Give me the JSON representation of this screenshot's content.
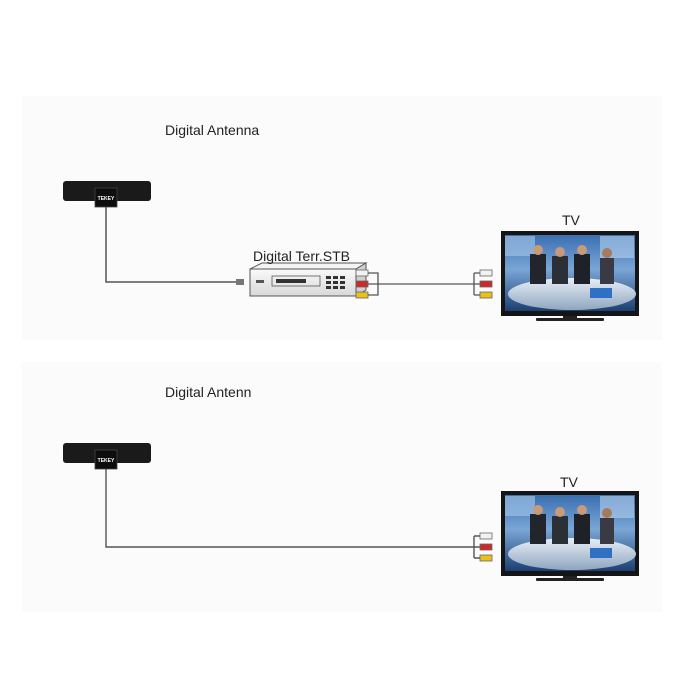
{
  "top_diagram": {
    "antenna_label": "Digital Antenna",
    "stb_label": "Digital Terr.STB",
    "tv_label": "TV",
    "antenna_brand": "TEKEY"
  },
  "bottom_diagram": {
    "antenna_label": "Digital Antenn",
    "tv_label": "TV",
    "antenna_brand": "TEKEY"
  },
  "colors": {
    "cable": "#555555",
    "rca_red": "#cc2a2a",
    "rca_white": "#f2f2f2",
    "rca_yellow": "#e8c21a",
    "antenna_body": "#1a1a1a",
    "tv_frame": "#151515"
  },
  "icons": [
    "antenna-icon",
    "set-top-box-icon",
    "tv-icon",
    "rca-connector-icon"
  ]
}
